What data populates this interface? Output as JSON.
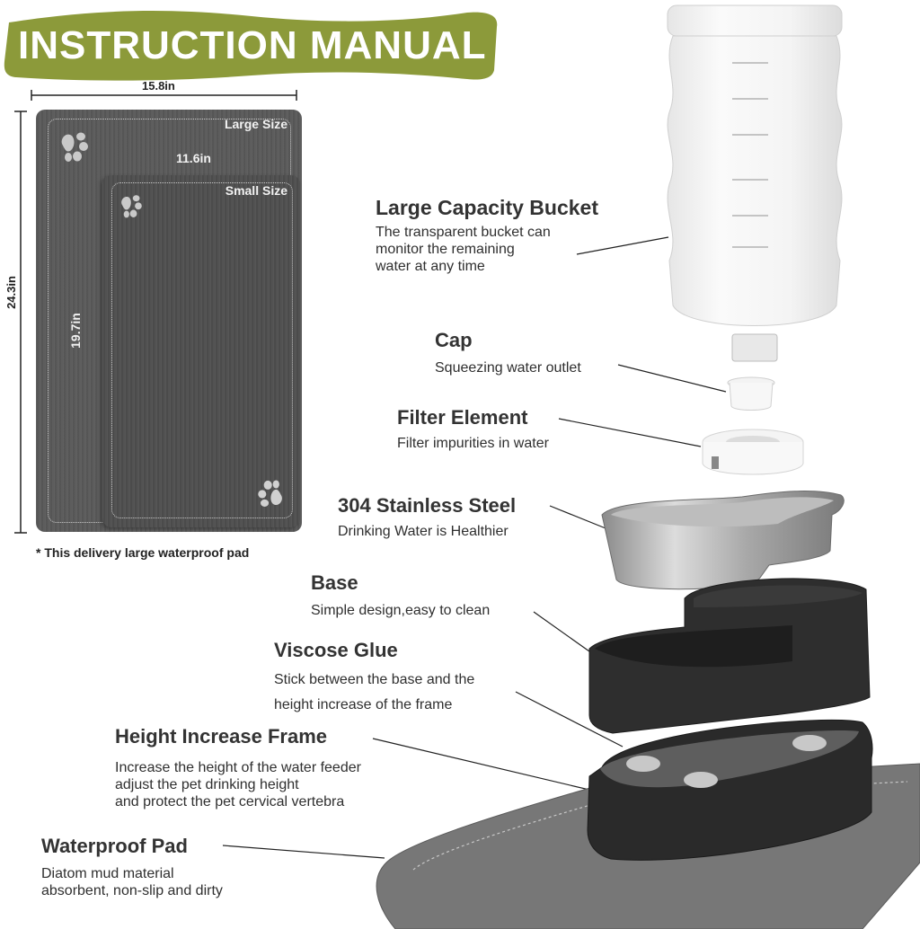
{
  "banner": {
    "title": "INSTRUCTION MANUAL",
    "color": "#8c9a3a"
  },
  "dimensions": {
    "large_width": "15.8in",
    "large_height": "24.3in",
    "small_width": "11.6in",
    "small_height": "19.7in",
    "large_label": "Large Size",
    "small_label": "Small Size",
    "note": "* This delivery large waterproof pad"
  },
  "parts": [
    {
      "title": "Large Capacity Bucket",
      "desc": [
        "The transparent bucket can",
        "monitor the remaining",
        "water at any time"
      ]
    },
    {
      "title": "Cap",
      "desc": [
        "Squeezing water outlet"
      ]
    },
    {
      "title": "Filter Element",
      "desc": [
        "Filter impurities in water"
      ]
    },
    {
      "title": "304 Stainless Steel",
      "desc": [
        "Drinking Water is Healthier"
      ]
    },
    {
      "title": "Base",
      "desc": [
        "Simple design,easy to clean"
      ]
    },
    {
      "title": "Viscose Glue",
      "desc": [
        "Stick between the base and the",
        "height increase of the frame"
      ]
    },
    {
      "title": "Height Increase Frame",
      "desc": [
        "Increase the height of the water feeder",
        "adjust the pet drinking height",
        "and protect the pet cervical vertebra"
      ]
    },
    {
      "title": "Waterproof Pad",
      "desc": [
        "Diatom mud material",
        "absorbent, non-slip and dirty"
      ]
    }
  ]
}
